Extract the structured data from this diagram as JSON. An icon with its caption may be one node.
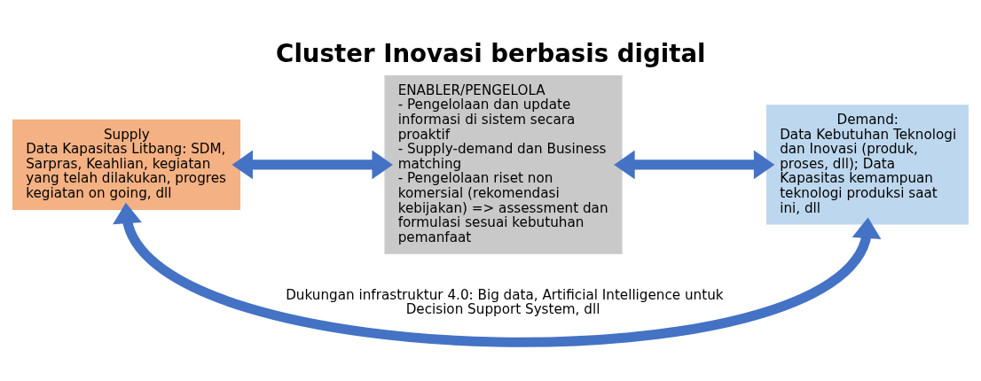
{
  "diagram": {
    "title": "Cluster Inovasi berbasis digital",
    "nodes": [
      {
        "text": [
          "Supply",
          "Data Kapasitas Litbang: SDM, Sarpras, Keahlian, kegiatan yang telah dilakukan, progres kegiatan on going, dll"
        ]
      },
      {
        "text": [
          "ENABLER/PENGELOLA",
          "- Pengelolaan dan update informasi di sistem secara proaktif",
          "- Supply-demand dan Business matching",
          "- Pengelolaan riset non komersial (rekomendasi kebijakan) => assessment dan formulasi sesuai kebutuhan pemanfaat"
        ]
      },
      {
        "text": [
          "Demand:",
          "Data Kebutuhan Teknologi dan Inovasi (produk, proses, dll); Data Kapasitas kemampuan teknologi produksi saat ini, dll"
        ]
      }
    ],
    "edges": [
      {
        "from": 0,
        "to": 1,
        "arrow": "both"
      },
      {
        "from": 1,
        "to": 2,
        "arrow": "both"
      },
      {
        "from": 0,
        "to": 2,
        "arrow": "both",
        "label": "Dukungan infrastruktur 4.0: Big data, Artificial Intelligence untuk Decision Support System, dll"
      }
    ]
  }
}
